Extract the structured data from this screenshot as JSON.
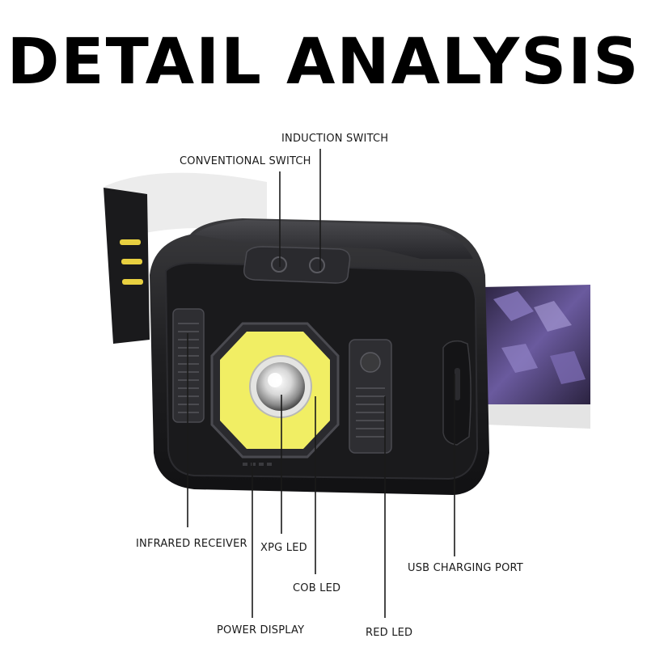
{
  "title": "DETAIL ANALYSIS",
  "labels": {
    "induction_switch": "INDUCTION SWITCH",
    "conventional_switch": "CONVENTIONAL SWITCH",
    "infrared_receiver": "INFRARED RECEIVER",
    "xpg_led": "XPG LED",
    "cob_led": "COB LED",
    "usb_charging_port": "USB CHARGING PORT",
    "power_display": "POWER DISPLAY",
    "red_led": "RED LED"
  },
  "colors": {
    "housing": "#1c1c1e",
    "cob_yellow": "#f1ee64",
    "strap_purple": "#5b4a86",
    "strap_stripe": "#e8d040",
    "red_led_lens": "#3a3a3c"
  }
}
